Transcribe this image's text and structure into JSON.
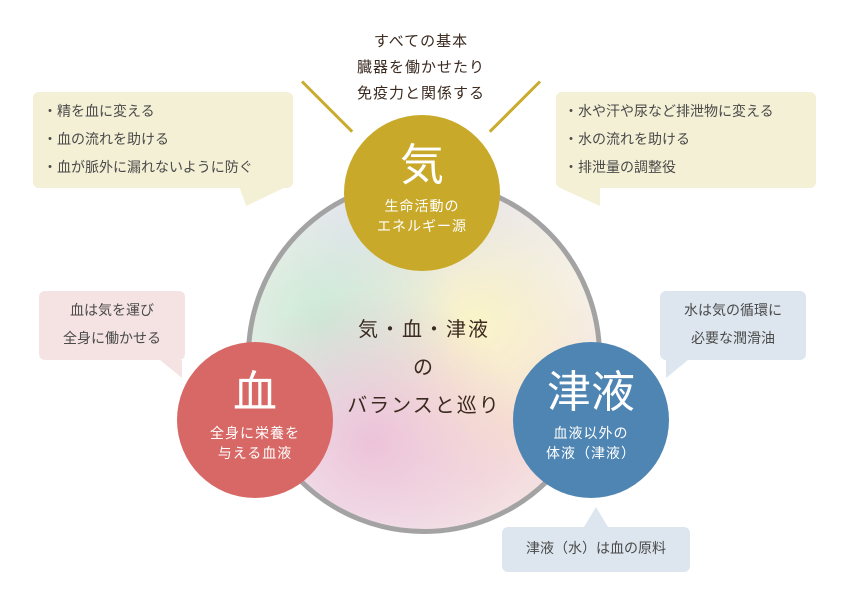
{
  "top_note": [
    "すべての基本",
    "臓器を働かせたり",
    "免疫力と関係する"
  ],
  "center": [
    "気・血・津液",
    "の",
    "バランスと巡り"
  ],
  "nodes": {
    "ki": {
      "title": "気",
      "sub": [
        "生命活動の",
        "エネルギー源"
      ],
      "color": "#c9a92a"
    },
    "ketsu": {
      "title": "血",
      "sub": [
        "全身に栄養を",
        "与える血液"
      ],
      "color": "#d86865"
    },
    "shinneki": {
      "title": "津液",
      "sub": [
        "血液以外の",
        "体液（津液）"
      ],
      "color": "#4e85b3"
    }
  },
  "bubbles": {
    "top_left": [
      "精を血に変える",
      "血の流れを助ける",
      "血が脈外に漏れないように防ぐ"
    ],
    "top_right": [
      "水や汗や尿など排泄物に変える",
      "水の流れを助ける",
      "排泄量の調整役"
    ],
    "left": [
      "血は気を運び",
      "全身に働かせる"
    ],
    "right": [
      "水は気の循環に",
      "必要な潤滑油"
    ],
    "bottom": "津液（水）は血の原料"
  }
}
